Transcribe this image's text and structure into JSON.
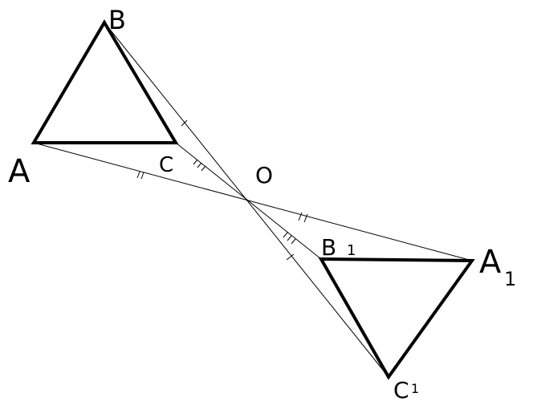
{
  "labels": {
    "A": "A",
    "B": "B",
    "C": "C",
    "O": "O",
    "A1": "A",
    "A1_sub": "1",
    "B1": "B",
    "B1_sub": "1",
    "C1": "C",
    "C1_sub": "1"
  },
  "colors": {
    "stroke": "#000000",
    "background": "#ffffff"
  }
}
